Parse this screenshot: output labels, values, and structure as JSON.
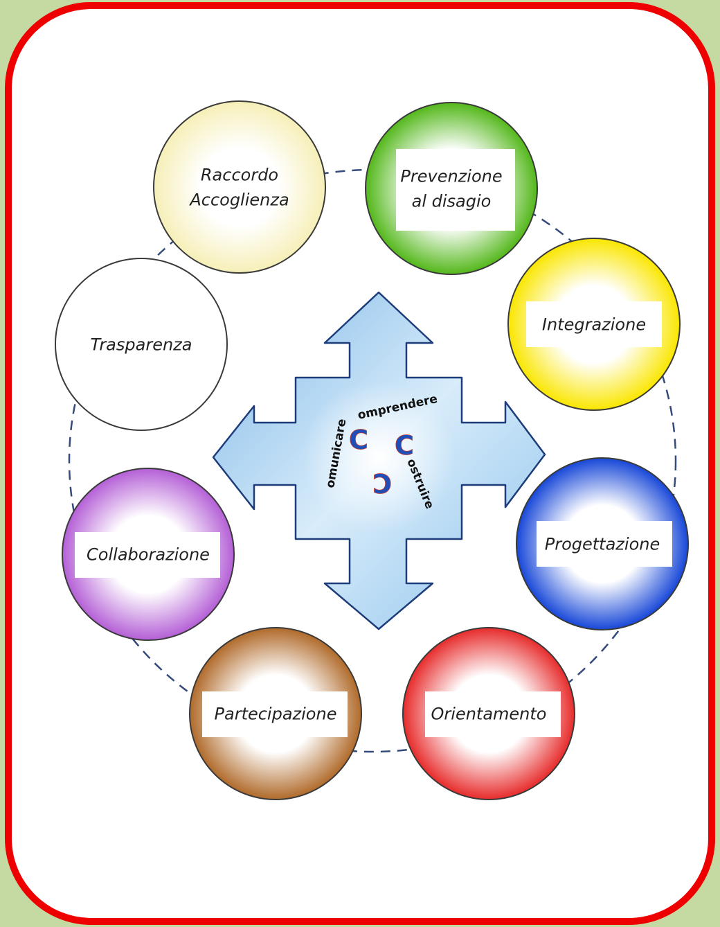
{
  "diagram": {
    "nodes": [
      {
        "id": "raccordo",
        "lines": [
          "Raccordo",
          "Accoglienza"
        ],
        "color": "#f6efb8",
        "has_box": false
      },
      {
        "id": "prevenzione",
        "lines": [
          "Prevenzione",
          "al disagio"
        ],
        "color": "#53b71a",
        "has_box": true
      },
      {
        "id": "integrazione",
        "lines": [
          "Integrazione"
        ],
        "color": "#fae600",
        "has_box": true
      },
      {
        "id": "progettazione",
        "lines": [
          "Progettazione"
        ],
        "color": "#1747d8",
        "has_box": true
      },
      {
        "id": "orientamento",
        "lines": [
          "Orientamento"
        ],
        "color": "#e72b2b",
        "has_box": true
      },
      {
        "id": "partecipazione",
        "lines": [
          "Partecipazione"
        ],
        "color": "#b06a2a",
        "has_box": true
      },
      {
        "id": "collaborazione",
        "lines": [
          "Collaborazione"
        ],
        "color": "#b45fd6",
        "has_box": true
      },
      {
        "id": "trasparenza",
        "lines": [
          "Trasparenza"
        ],
        "color": "#ffffff",
        "has_box": false
      }
    ],
    "center": {
      "letter": "C",
      "words": [
        "omprendere",
        "ostruire",
        "omunicare"
      ],
      "letter_color": "#1e4fb8"
    },
    "colors": {
      "background": "#c5d9a3",
      "frame_border": "#ee0000",
      "arrow_fill": "#a9d3f0",
      "arrow_stroke": "#1d3c7a",
      "ring_dash": "#334a7a"
    }
  }
}
